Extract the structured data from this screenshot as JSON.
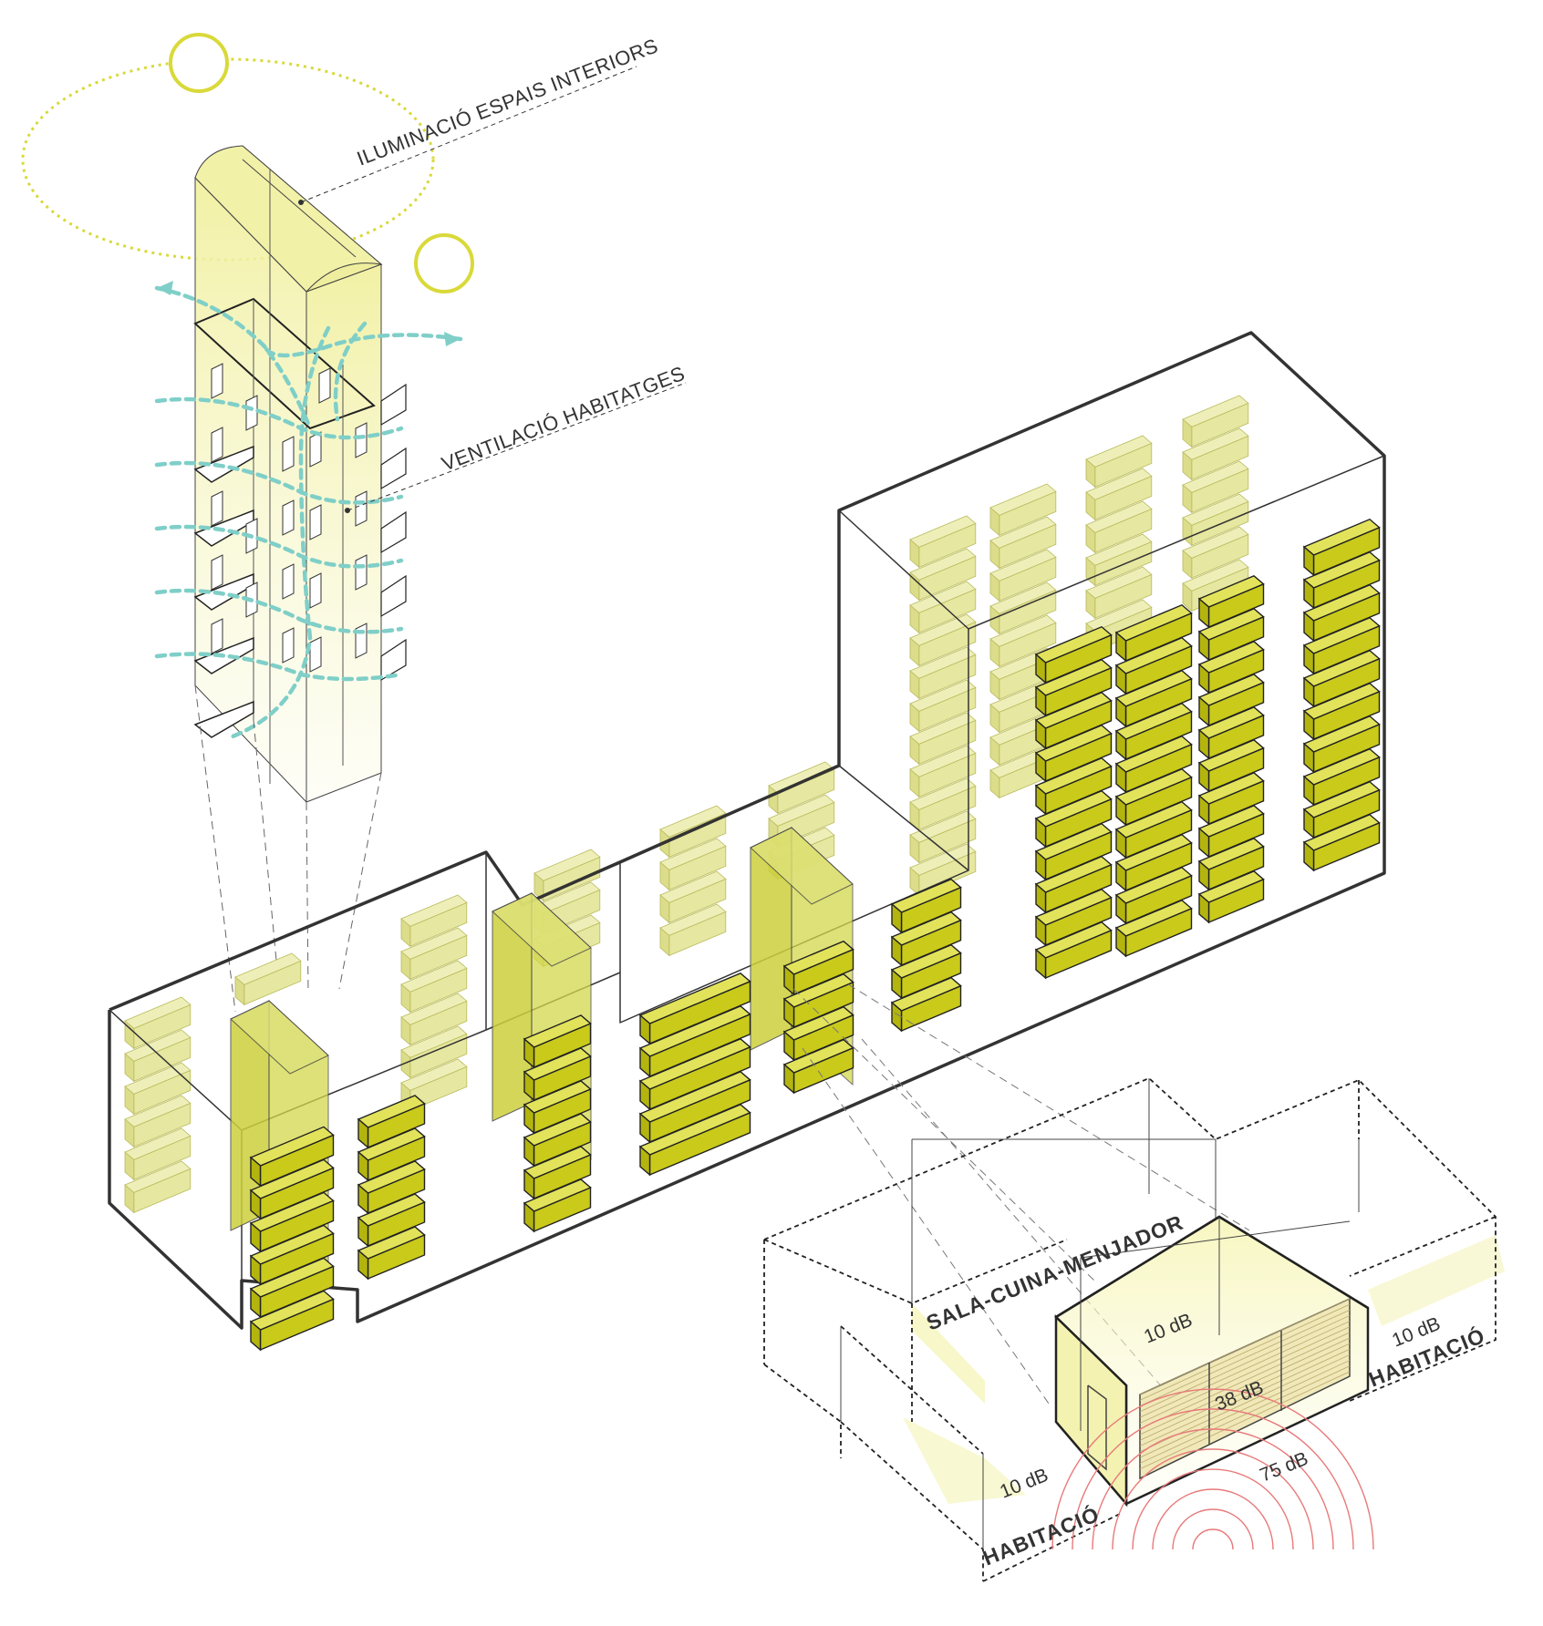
{
  "labels": {
    "lighting": "ILUMINACIÓ ESPAIS INTERIORS",
    "ventilation": "VENTILACIÓ HABITATGES"
  },
  "rooms": {
    "living": "SALA-CUINA-MENJADOR",
    "bedroom_left": "HABITACIÓ",
    "bedroom_right": "HABITACIÓ"
  },
  "sound_levels": {
    "bedroom_left": "10 dB",
    "living": "10 dB",
    "bedroom_right": "10 dB",
    "facade_inside": "38 dB",
    "exterior": "75 dB"
  },
  "colors": {
    "yellow": "#dde06a",
    "olive": "#c9c918",
    "sun": "#d9d93a",
    "air": "#7fcfc8",
    "noise": "#e87a7a",
    "line": "#333333"
  }
}
